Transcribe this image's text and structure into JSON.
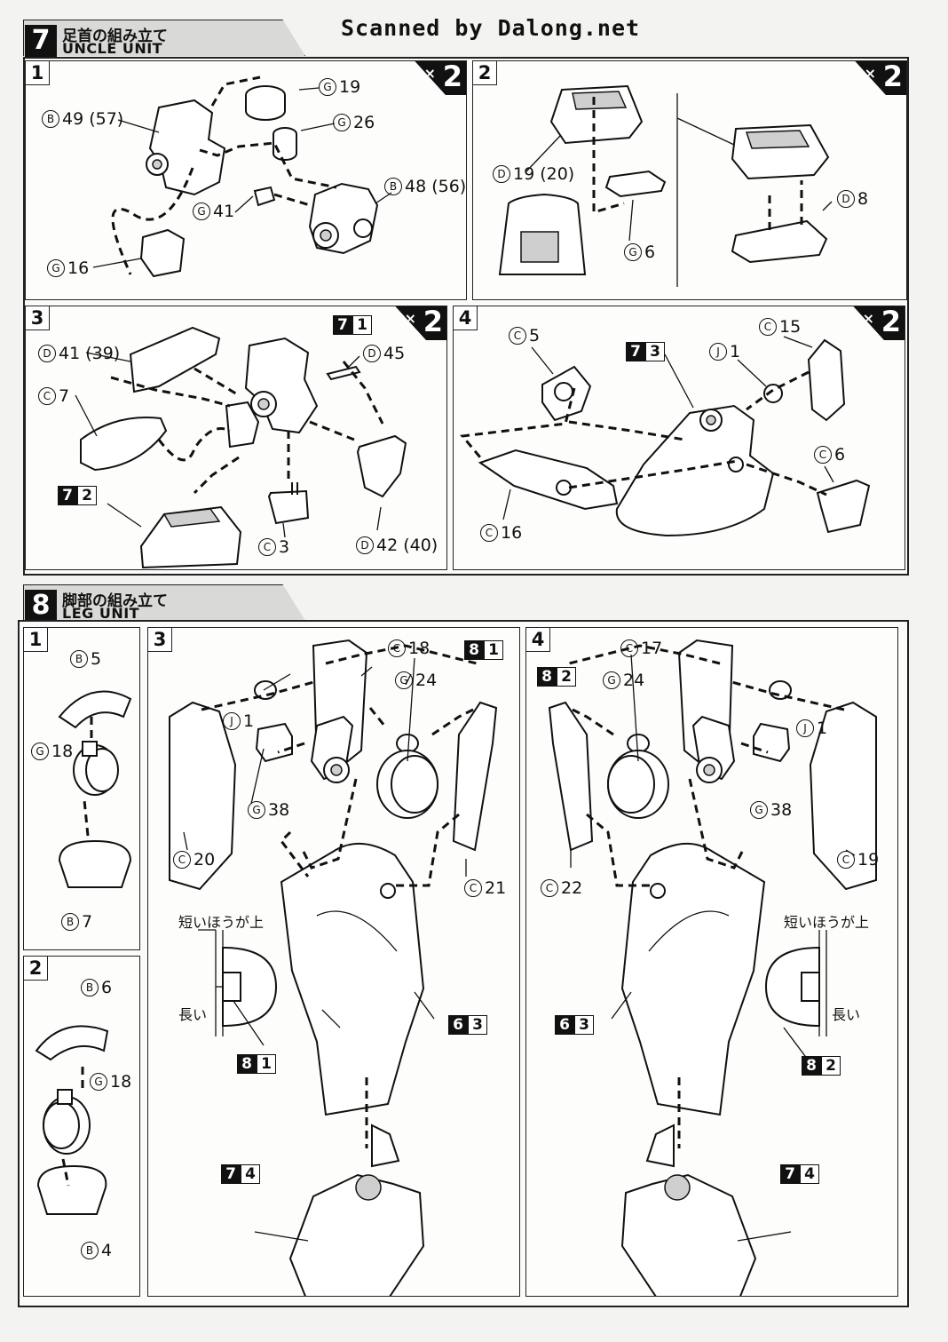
{
  "watermark": "Scanned by Dalong.net",
  "section7": {
    "number": "7",
    "title_jp": "足首の組み立て",
    "title_en": "UNCLE UNIT",
    "steps": [
      {
        "n": "1",
        "mult": "2",
        "labels": [
          "B 49 (57)",
          "G 19",
          "G 26",
          "B 48 (56)",
          "G 41",
          "G 16"
        ]
      },
      {
        "n": "2",
        "mult": "2",
        "labels": [
          "D 19 (20)",
          "G 6",
          "D 8"
        ]
      },
      {
        "n": "3",
        "mult": "2",
        "labels": [
          "D 41 (39)",
          "C 7",
          "D 45",
          "C 3",
          "D 42 (40)"
        ],
        "refs": [
          "71",
          "72"
        ]
      },
      {
        "n": "4",
        "mult": "2",
        "labels": [
          "C 5",
          "C 15",
          "J 1",
          "C 6",
          "C 16"
        ],
        "refs": [
          "73"
        ]
      }
    ]
  },
  "section8": {
    "number": "8",
    "title_jp": "脚部の組み立て",
    "title_en": "LEG UNIT",
    "steps": [
      {
        "n": "1",
        "labels": [
          "B 5",
          "G 18",
          "B 7"
        ]
      },
      {
        "n": "2",
        "labels": [
          "B 6",
          "G 18",
          "B 4"
        ]
      },
      {
        "n": "3",
        "labels": [
          "C 18",
          "G 24",
          "J 1",
          "G 38",
          "C 20",
          "C 21"
        ],
        "refs": [
          "81",
          "63",
          "74"
        ],
        "note_short": "短いほうが上",
        "note_long": "長い"
      },
      {
        "n": "4",
        "labels": [
          "C 17",
          "G 24",
          "J 1",
          "G 38",
          "C 22",
          "C 19"
        ],
        "refs": [
          "82",
          "63",
          "74"
        ],
        "note_short": "短いほうが上",
        "note_long": "長い"
      }
    ]
  }
}
